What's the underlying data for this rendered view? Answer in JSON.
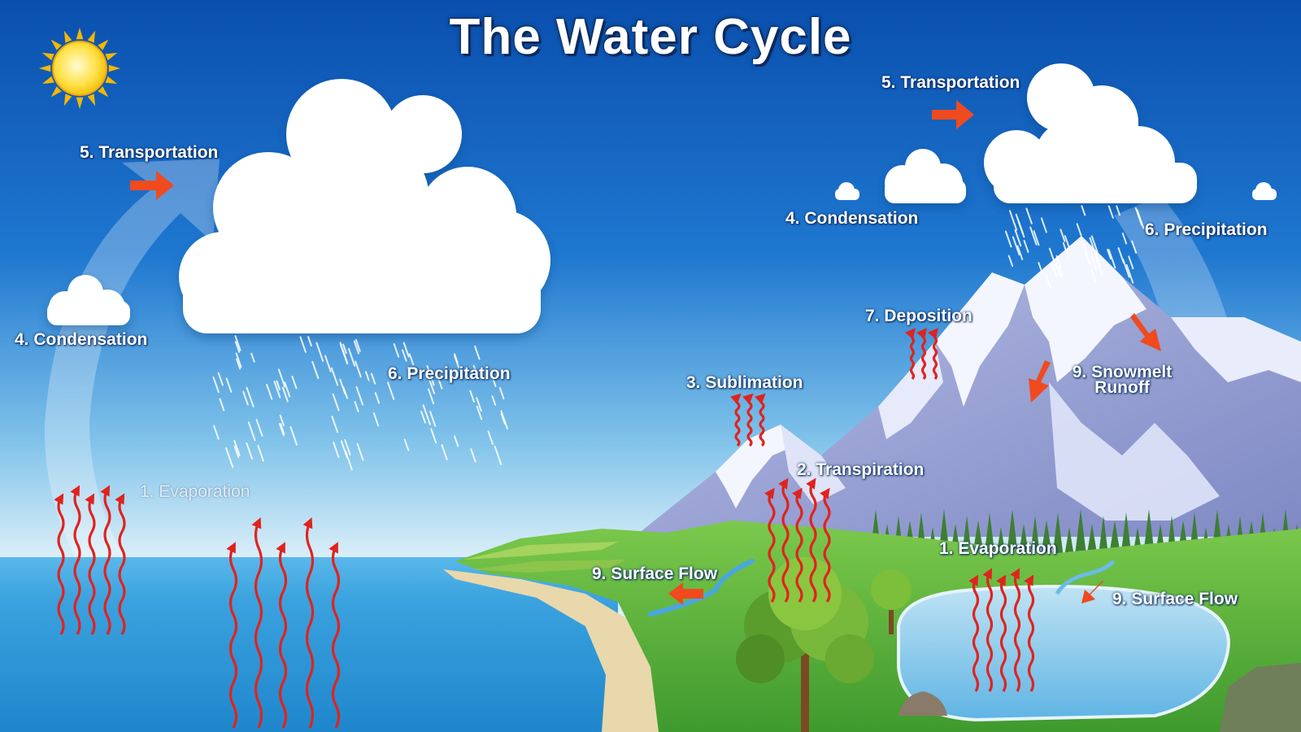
{
  "title": "The Water Cycle",
  "labels": {
    "transportation_left": "5. Transportation",
    "condensation_left": "4. Condensation",
    "precipitation_left": "6. Precipitation",
    "evaporation_left": "1. Evaporation",
    "transportation_right": "5. Transportation",
    "condensation_right": "4. Condensation",
    "precipitation_right": "6. Precipitation",
    "deposition": "7. Deposition",
    "sublimation": "3. Sublimation",
    "snowmelt_line1": "9. Snowmelt",
    "snowmelt_line2": "Runoff",
    "transpiration": "2. Transpiration",
    "evaporation_right": "1. Evaporation",
    "surface_flow_left": "9. Surface Flow",
    "surface_flow_right": "9. Surface Flow"
  },
  "colors": {
    "sky_top": "#0a4fae",
    "sky_bottom": "#d9eef8",
    "ocean": "#2e9ad8",
    "arrow_red": "#e0231e",
    "arrow_orange": "#f04a1e",
    "grass": "#5cb83c",
    "mountain": "#9fa9d8",
    "snow": "#f4f6ff",
    "sun": "#ffd31a"
  }
}
